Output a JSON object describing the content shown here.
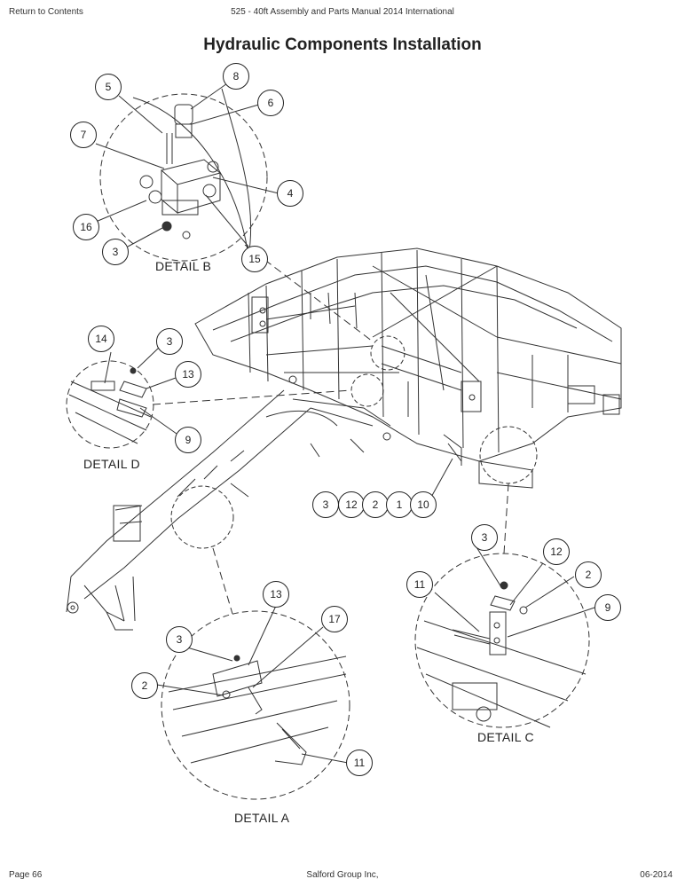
{
  "header": {
    "return_link": "Return to Contents",
    "manual_title": "525 - 40ft Assembly and Parts Manual 2014 International"
  },
  "page_title": "Hydraulic Components Installation",
  "details": {
    "a": "DETAIL A",
    "b": "DETAIL B",
    "c": "DETAIL C",
    "d": "DETAIL D"
  },
  "callouts": {
    "b": [
      "8",
      "5",
      "6",
      "7",
      "4",
      "16",
      "15",
      "3"
    ],
    "d": [
      "14",
      "3",
      "13",
      "9"
    ],
    "c": [
      "3",
      "12",
      "2",
      "11",
      "9"
    ],
    "a": [
      "13",
      "17",
      "3",
      "2",
      "11"
    ],
    "main_row": [
      "3",
      "12",
      "2",
      "1",
      "10"
    ]
  },
  "footer": {
    "page": "Page 66",
    "company": "Salford Group Inc,",
    "date": "06-2014"
  }
}
